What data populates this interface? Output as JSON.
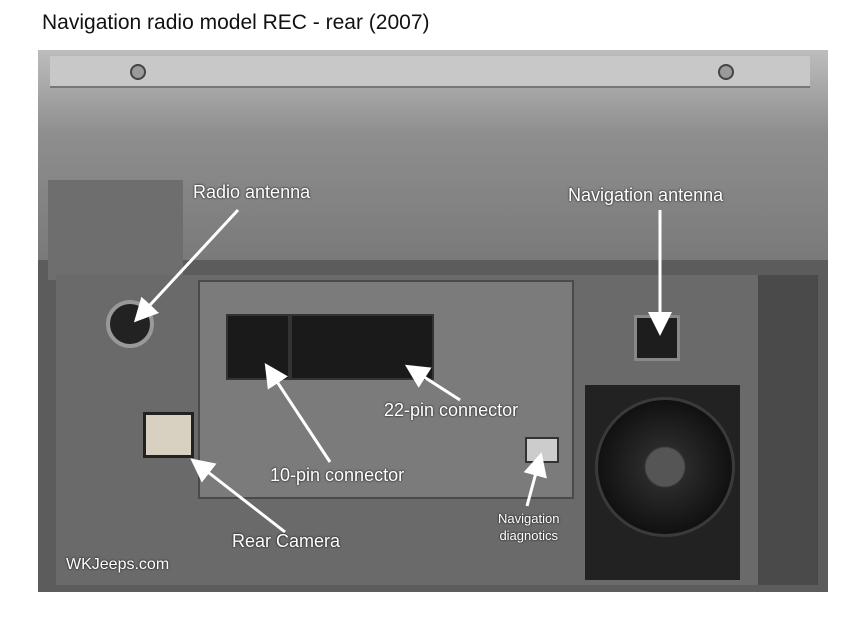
{
  "title": "Navigation radio model REC - rear (2007)",
  "labels": {
    "radio_antenna": "Radio antenna",
    "navigation_antenna": "Navigation antenna",
    "pin22": "22-pin connector",
    "pin10": "10-pin connector",
    "rear_camera": "Rear Camera",
    "nav_diag_1": "Navigation",
    "nav_diag_2": "diagnotics"
  },
  "watermark": "WKJeeps.com"
}
